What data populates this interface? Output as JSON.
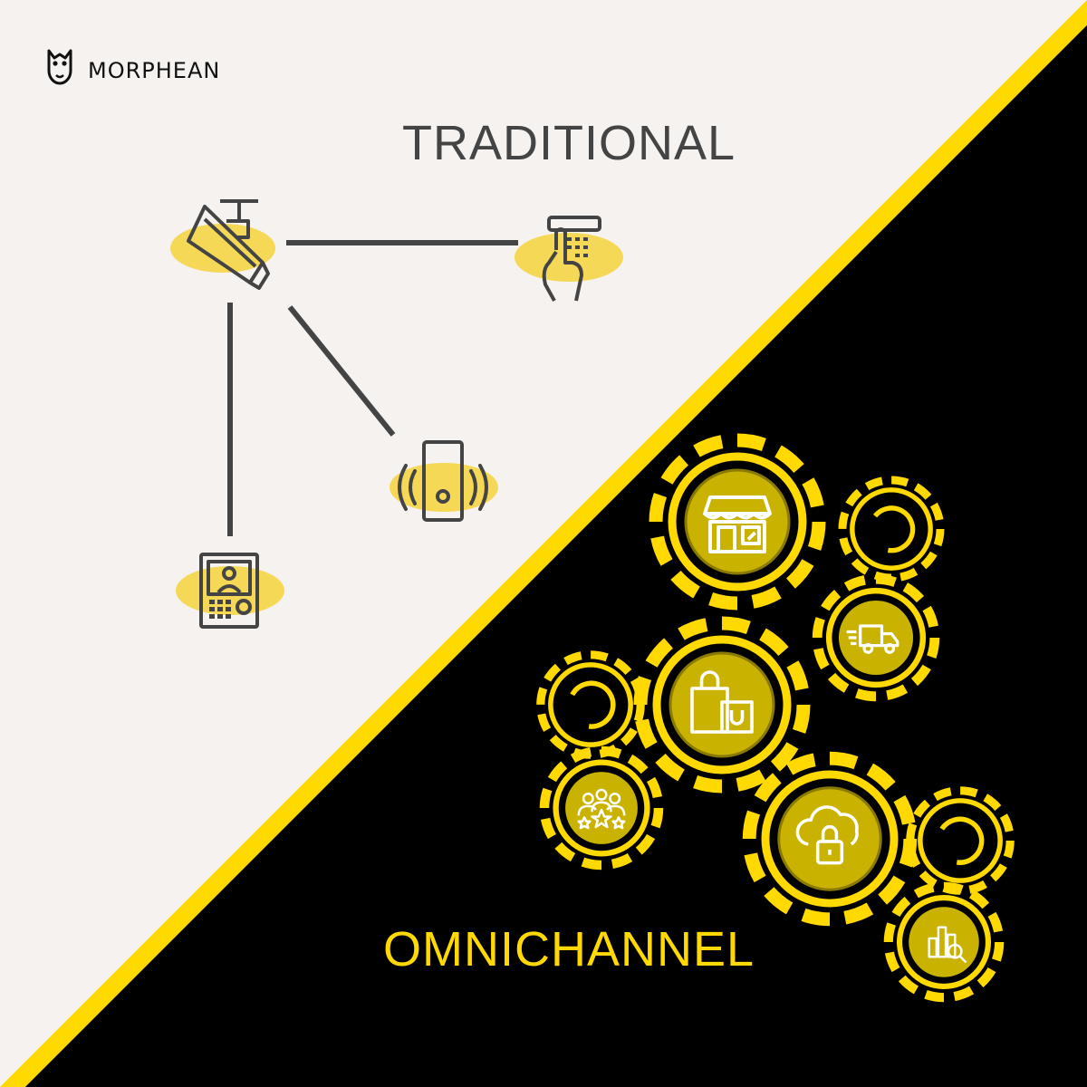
{
  "brand": {
    "name": "MORPHEAN",
    "logo_icon": "owl-icon"
  },
  "traditional": {
    "title": "TRADITIONAL",
    "devices": [
      "cctv-camera-icon",
      "keypad-access-icon",
      "sensor-alarm-icon",
      "video-intercom-icon"
    ]
  },
  "omnichannel": {
    "title": "OMNICHANNEL",
    "icons": [
      "storefront-icon",
      "delivery-truck-icon",
      "shopping-bags-icon",
      "customer-group-icon",
      "cloud-lock-icon",
      "analytics-search-icon"
    ]
  },
  "colors": {
    "light_bg": "#f5f2ef",
    "dark_bg": "#000000",
    "accent": "#ffd900",
    "gear_fill": "#c9b200",
    "line": "#444444",
    "text_dark": "#444444"
  }
}
